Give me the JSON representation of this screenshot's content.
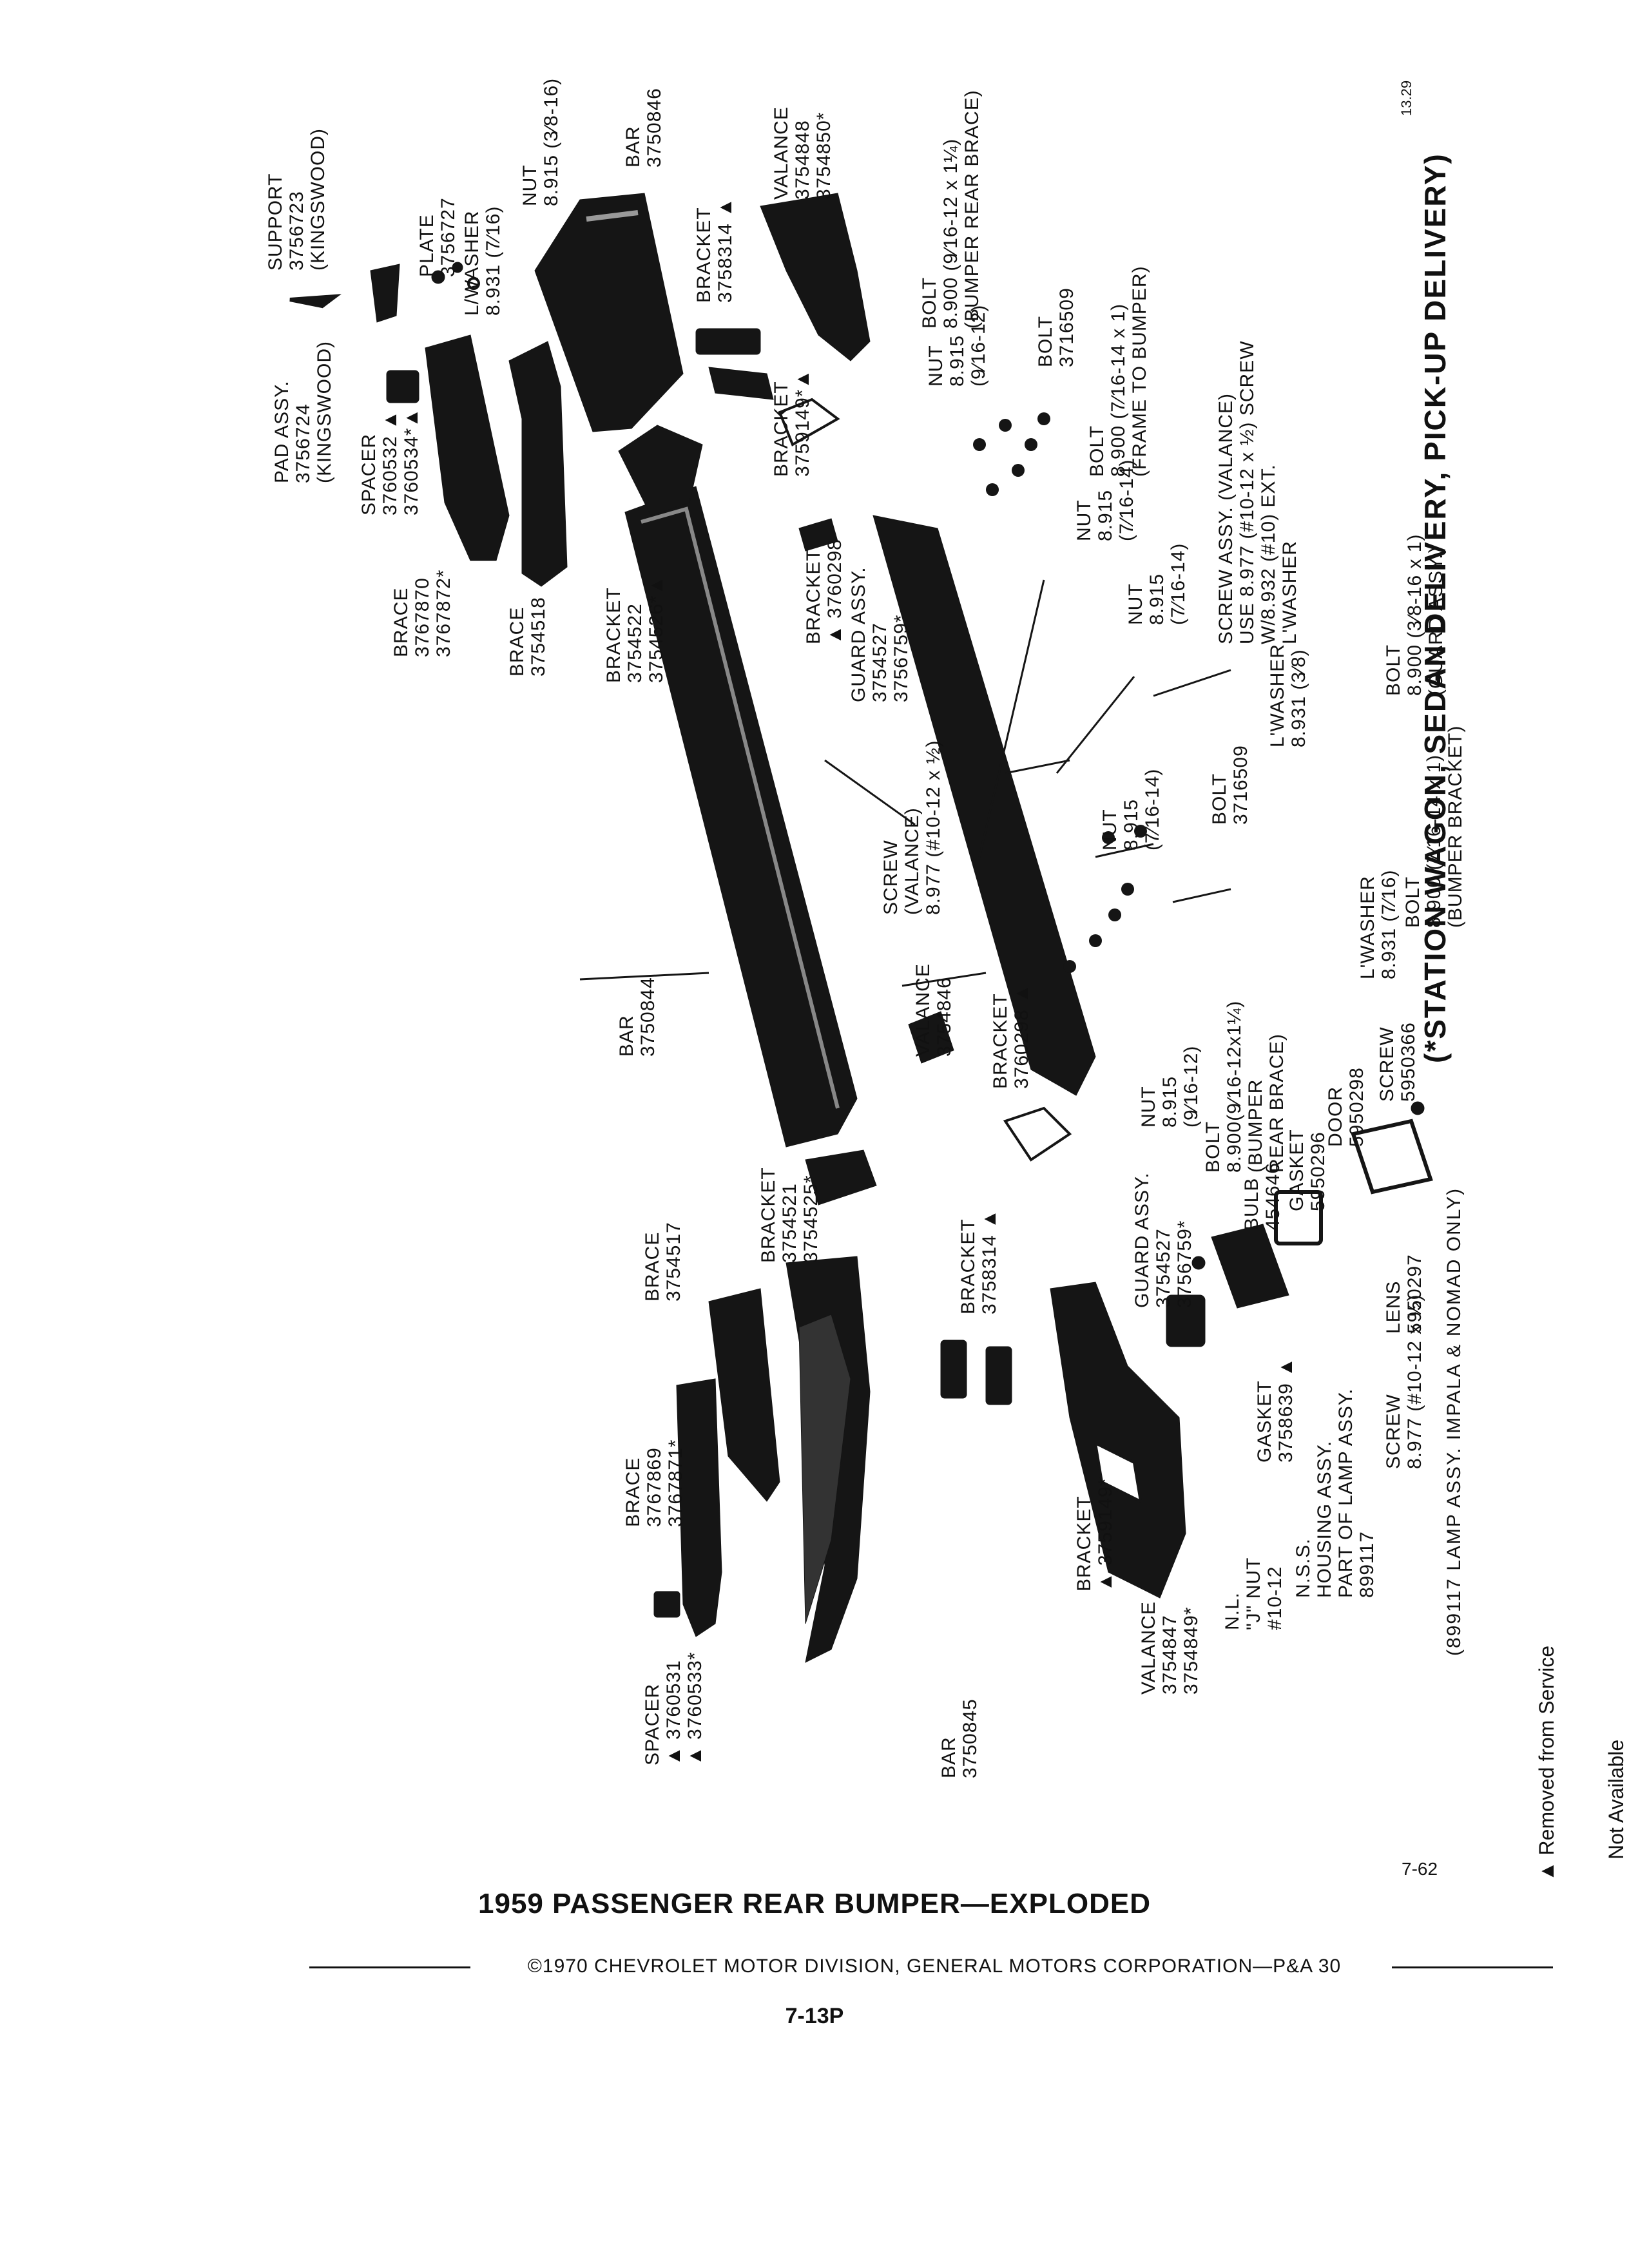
{
  "page": {
    "title": "1959 PASSENGER REAR BUMPER—EXPLODED",
    "copyright": "©1970 CHEVROLET MOTOR DIVISION, GENERAL MOTORS CORPORATION—P&A 30",
    "page_number": "7-13P",
    "figure_number": "7-62",
    "corner_number": "13.29"
  },
  "banner": "(*STATION WAGON, SEDAN DELIVERY, PICK-UP DELIVERY)",
  "lamp_note": "(899117 LAMP ASSY. IMPALA & NOMAD ONLY)",
  "legend": {
    "line1": "▲ Removed from Service",
    "line2": "Not Available"
  },
  "labels": {
    "spacer_front": [
      "SPACER",
      "▲ 3760531",
      "▲ 3760533*"
    ],
    "bar_3750845": [
      "BAR",
      "3750845"
    ],
    "brace_3767869": [
      "BRACE",
      "3767869",
      "3767871*"
    ],
    "brace_3754517": [
      "BRACE",
      "3754517"
    ],
    "valance_3754847": [
      "VALANCE",
      "3754847",
      "3754849*"
    ],
    "bracket_3759149_a": [
      "BRACKET",
      "▲ 3759149*"
    ],
    "bracket_3758314_a": [
      "BRACKET",
      "3758314 ▲"
    ],
    "bracket_3754521": [
      "BRACKET",
      "3754521",
      "3754525*"
    ],
    "nl_nut": [
      "N.L.",
      "\"J\" NUT",
      "#10-12"
    ],
    "housing": [
      "N.S.S.",
      "HOUSING ASSY.",
      "PART OF LAMP ASSY.",
      "899117"
    ],
    "gasket_3758639": [
      "GASKET",
      "3758639 ▲"
    ],
    "guard_assy_a": [
      "GUARD ASSY.",
      "3754527",
      "3756759*"
    ],
    "bulb": [
      "BULB",
      "454646"
    ],
    "gasket_5950296": [
      "GASKET",
      "5950296"
    ],
    "door": [
      "DOOR",
      "5950298"
    ],
    "screw_5950366": [
      "SCREW",
      "5950366"
    ],
    "lens": [
      "LENS",
      "5950297"
    ],
    "screw_lamp": [
      "SCREW",
      "8.977 (#10-12 x ½)"
    ],
    "bracket_3760298_a": [
      "BRACKET",
      "3760298 ▲"
    ],
    "bar_3750844": [
      "BAR",
      "3750844"
    ],
    "valance_3754846": [
      "VALANCE",
      "3754846"
    ],
    "screw_valance_a": [
      "SCREW",
      "(VALANCE)",
      "8.977 (#10-12 x ½)"
    ],
    "nut_9_16_12": [
      "NUT",
      "8.915",
      "(9⁄16-12)"
    ],
    "bolt_bumper_rear": [
      "BOLT",
      "8.900(9⁄16-12x1¼)",
      "(BUMPER",
      "REAR BRACE)"
    ],
    "lwasher_7_16": [
      "L'WASHER",
      "8.931 (7⁄16)"
    ],
    "bolt_bumper_bracket": [
      "BOLT",
      "8.900 (7⁄16-14 x 1)",
      "(BUMPER BRACKET)"
    ],
    "nut_7_16_a": [
      "NUT",
      "8.915",
      "(7⁄16-14)"
    ],
    "bolt_3716509_a": [
      "BOLT",
      "3716509"
    ],
    "lwasher_3_8": [
      "L'WASHER",
      "8.931 (3⁄8)"
    ],
    "bolt_guard": [
      "BOLT",
      "8.900 (3⁄8-16 x 1)",
      "(GUARD ASSY.)"
    ],
    "screw_assy": [
      "SCREW ASSY. (VALANCE)",
      "USE 8.977 (#10-12 x ½) SCREW",
      "W/8.932 (#10) EXT.",
      "L'WASHER"
    ],
    "nut_7_16_b": [
      "NUT",
      "8.915",
      "(7⁄16-14)"
    ],
    "bolt_frame": [
      "BOLT",
      "8.900 (7⁄16-14 x 1)",
      "(FRAME TO BUMPER)"
    ],
    "bolt_3716509_b": [
      "BOLT",
      "3716509"
    ],
    "bolt_rear_brace": [
      "BOLT",
      "8.900 (9⁄16-12 x 1¼)",
      "(BUMPER REAR BRACE)"
    ],
    "nut_9_16_b": [
      "NUT",
      "8.915",
      "(9⁄16-12)"
    ],
    "nut_7_16_c": [
      "NUT",
      "8.915",
      "(7⁄16-14)"
    ],
    "guard_assy_b": [
      "GUARD ASSY.",
      "3754527",
      "3756759*"
    ],
    "bracket_3760298_b": [
      "BRACKET",
      "▲ 3760298"
    ],
    "bracket_3759149_b": [
      "BRACKET",
      "3759149*▲"
    ],
    "bracket_3754522": [
      "BRACKET",
      "3754522",
      "3754526*▲"
    ],
    "brace_3754518": [
      "BRACE",
      "3754518"
    ],
    "brace_3767870": [
      "BRACE",
      "3767870",
      "3767872*"
    ],
    "spacer_rear": [
      "SPACER",
      "3760532 ▲",
      "3760534*▲"
    ],
    "pad_assy": [
      "PAD ASSY.",
      "3756724",
      "(KINGSWOOD)"
    ],
    "support": [
      "SUPPORT",
      "3756723",
      "(KINGSWOOD)"
    ],
    "plate": [
      "PLATE",
      "3756727"
    ],
    "lwasher_top": [
      "L/WASHER",
      "8.931 (7⁄16)"
    ],
    "nut_top": [
      "NUT",
      "8.915 (3⁄8-16)"
    ],
    "bar_3750846": [
      "BAR",
      "3750846"
    ],
    "bracket_3758314_b": [
      "BRACKET",
      "3758314 ▲"
    ],
    "valance_3754848": [
      "VALANCE",
      "3754848",
      "3754850*"
    ]
  }
}
